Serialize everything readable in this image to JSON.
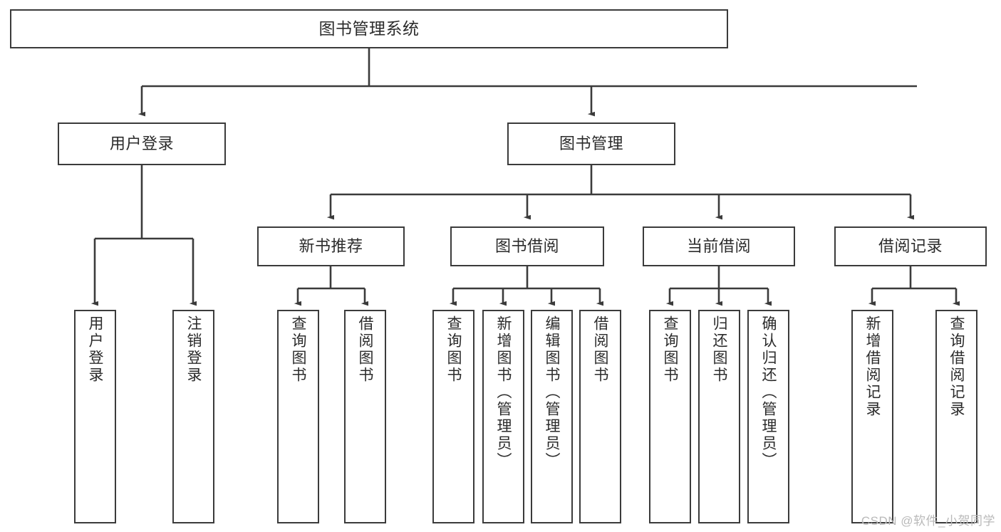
{
  "diagram": {
    "title": "图书管理系统",
    "type": "tree-hierarchy",
    "orientation": "top-down",
    "colors": {
      "box_border": "#3b3b3b",
      "box_fill": "#ffffff",
      "connector": "#3b3b3b",
      "text": "#2b2b2b",
      "watermark": "#b9b9b9"
    },
    "root": {
      "label": "图书管理系统"
    },
    "level1": [
      {
        "label": "用户登录"
      },
      {
        "label": "图书管理"
      }
    ],
    "level2": [
      {
        "label": "新书推荐"
      },
      {
        "label": "图书借阅"
      },
      {
        "label": "当前借阅"
      },
      {
        "label": "借阅记录"
      }
    ],
    "leaves": [
      {
        "label": "用户登录",
        "parent": "用户登录"
      },
      {
        "label": "注销登录",
        "parent": "用户登录"
      },
      {
        "label": "查询图书",
        "parent": "新书推荐"
      },
      {
        "label": "借阅图书",
        "parent": "新书推荐"
      },
      {
        "label": "查询图书",
        "parent": "图书借阅"
      },
      {
        "label": "新增图书（管理员）",
        "parent": "图书借阅"
      },
      {
        "label": "编辑图书（管理员）",
        "parent": "图书借阅"
      },
      {
        "label": "借阅图书",
        "parent": "图书借阅"
      },
      {
        "label": "查询图书",
        "parent": "当前借阅"
      },
      {
        "label": "归还图书",
        "parent": "当前借阅"
      },
      {
        "label": "确认归还（管理员）",
        "parent": "当前借阅"
      },
      {
        "label": "新增借阅记录",
        "parent": "借阅记录"
      },
      {
        "label": "查询借阅记录",
        "parent": "借阅记录"
      }
    ],
    "watermark": "CSDN @软件_小贺同学"
  }
}
